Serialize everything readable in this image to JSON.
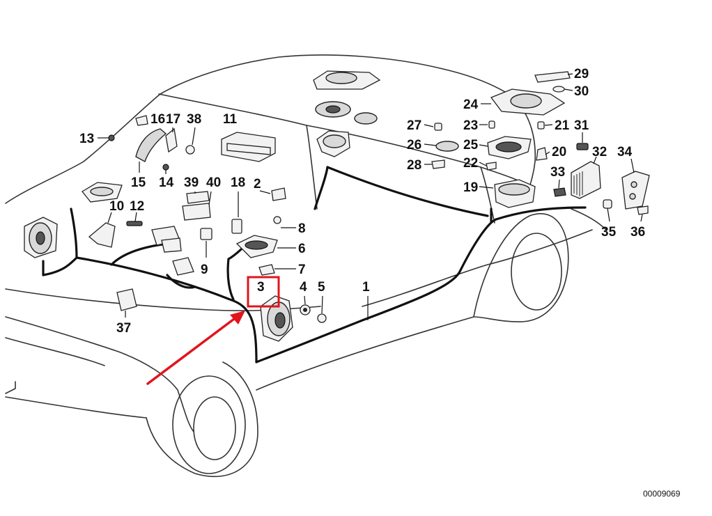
{
  "diagram": {
    "reference_number": "00009069",
    "highlighted_callout": "3",
    "highlight_color": "#e0141c",
    "callouts": [
      {
        "id": "1",
        "label": "1"
      },
      {
        "id": "2",
        "label": "2"
      },
      {
        "id": "3",
        "label": "3"
      },
      {
        "id": "4",
        "label": "4"
      },
      {
        "id": "5",
        "label": "5"
      },
      {
        "id": "6",
        "label": "6"
      },
      {
        "id": "7",
        "label": "7"
      },
      {
        "id": "8",
        "label": "8"
      },
      {
        "id": "9",
        "label": "9"
      },
      {
        "id": "10",
        "label": "10"
      },
      {
        "id": "11",
        "label": "11"
      },
      {
        "id": "12",
        "label": "12"
      },
      {
        "id": "13",
        "label": "13"
      },
      {
        "id": "14",
        "label": "14"
      },
      {
        "id": "15",
        "label": "15"
      },
      {
        "id": "16",
        "label": "16"
      },
      {
        "id": "17",
        "label": "17"
      },
      {
        "id": "18",
        "label": "18"
      },
      {
        "id": "19",
        "label": "19"
      },
      {
        "id": "20",
        "label": "20"
      },
      {
        "id": "21",
        "label": "21"
      },
      {
        "id": "22",
        "label": "22"
      },
      {
        "id": "23",
        "label": "23"
      },
      {
        "id": "24",
        "label": "24"
      },
      {
        "id": "25",
        "label": "25"
      },
      {
        "id": "26",
        "label": "26"
      },
      {
        "id": "27",
        "label": "27"
      },
      {
        "id": "28",
        "label": "28"
      },
      {
        "id": "29",
        "label": "29"
      },
      {
        "id": "30",
        "label": "30"
      },
      {
        "id": "31",
        "label": "31"
      },
      {
        "id": "32",
        "label": "32"
      },
      {
        "id": "33",
        "label": "33"
      },
      {
        "id": "34",
        "label": "34"
      },
      {
        "id": "35",
        "label": "35"
      },
      {
        "id": "36",
        "label": "36"
      },
      {
        "id": "37",
        "label": "37"
      },
      {
        "id": "38",
        "label": "38"
      },
      {
        "id": "39",
        "label": "39"
      },
      {
        "id": "40",
        "label": "40"
      }
    ]
  }
}
